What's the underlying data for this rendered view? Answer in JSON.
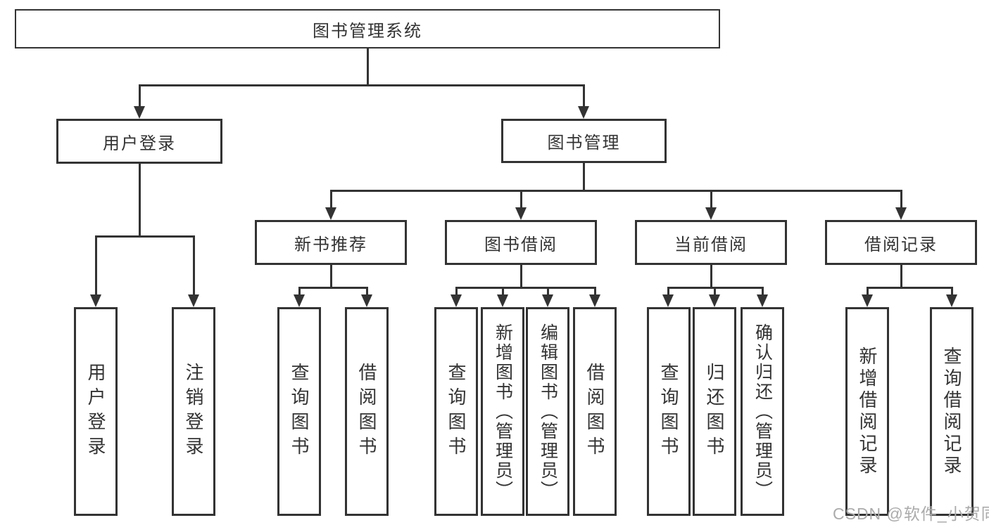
{
  "title": "图书管理系统",
  "watermark": {
    "text": "CSDN @软件_小贺同学",
    "color": "#ababab"
  },
  "colors": {
    "line": "#333333",
    "box_border": "#333333",
    "text": "#333333",
    "background": "#ffffff"
  },
  "nodes": {
    "root": {
      "label": "图书管理系统"
    },
    "user_login": {
      "label": "用户登录"
    },
    "book_mgmt": {
      "label": "图书管理"
    },
    "new_book": {
      "label": "新书推荐"
    },
    "book_borrow": {
      "label": "图书借阅"
    },
    "current_borrow": {
      "label": "当前借阅"
    },
    "borrow_record": {
      "label": "借阅记录"
    },
    "leaf_user_login": {
      "label": "用户登录"
    },
    "leaf_logout": {
      "label": "注销登录"
    },
    "leaf_nb_query": {
      "label": "查询图书"
    },
    "leaf_nb_borrow": {
      "label": "借阅图书"
    },
    "leaf_bb_query": {
      "label": "查询图书"
    },
    "leaf_bb_add": {
      "label": "新增图书（管理员）"
    },
    "leaf_bb_edit": {
      "label": "编辑图书（管理员）"
    },
    "leaf_bb_borrow": {
      "label": "借阅图书"
    },
    "leaf_cb_query": {
      "label": "查询图书"
    },
    "leaf_cb_return": {
      "label": "归还图书"
    },
    "leaf_cb_confirm": {
      "label": "确认归还（管理员）"
    },
    "leaf_br_add": {
      "label": "新增借阅记录"
    },
    "leaf_br_query": {
      "label": "查询借阅记录"
    }
  },
  "hierarchy": {
    "图书管理系统": {
      "用户登录": [
        "用户登录",
        "注销登录"
      ],
      "图书管理": {
        "新书推荐": [
          "查询图书",
          "借阅图书"
        ],
        "图书借阅": [
          "查询图书",
          "新增图书（管理员）",
          "编辑图书（管理员）",
          "借阅图书"
        ],
        "当前借阅": [
          "查询图书",
          "归还图书",
          "确认归还（管理员）"
        ],
        "借阅记录": [
          "新增借阅记录",
          "查询借阅记录"
        ]
      }
    }
  }
}
